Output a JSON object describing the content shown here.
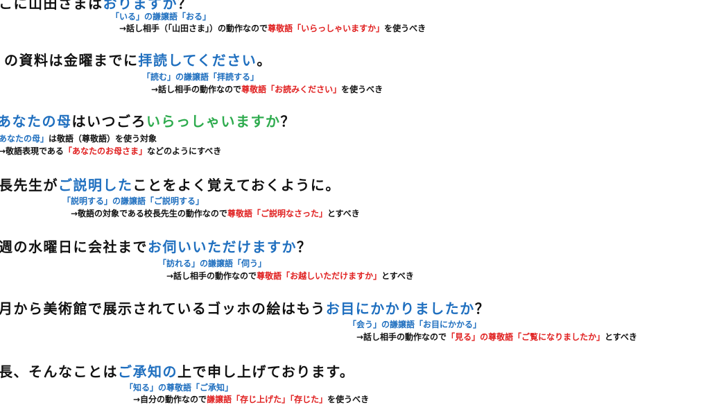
{
  "sentences": [
    {
      "main": [
        {
          "text": "こに山田さまは",
          "color": "dark"
        },
        {
          "text": "おりますか",
          "color": "blue"
        },
        {
          "text": "？",
          "color": "dark"
        }
      ],
      "note1": [
        {
          "text": "「いる」の謙譲語「おる」",
          "color": "blue"
        }
      ],
      "note2": [
        {
          "text": "→話し相手（「山田さま」）の動作なので",
          "color": "dark"
        },
        {
          "text": "尊敬語「いらっしゃいますか」",
          "color": "red"
        },
        {
          "text": "を使うべき",
          "color": "dark"
        }
      ]
    },
    {
      "main": [
        {
          "text": "の資料は金曜までに",
          "color": "dark"
        },
        {
          "text": "拝読してください",
          "color": "blue"
        },
        {
          "text": "。",
          "color": "dark"
        }
      ],
      "note1": [
        {
          "text": "「読む」の謙譲語「拝読する」",
          "color": "blue"
        }
      ],
      "note2": [
        {
          "text": "→話し相手の動作なので",
          "color": "dark"
        },
        {
          "text": "尊敬語「お読みください」",
          "color": "red"
        },
        {
          "text": "を使うべき",
          "color": "dark"
        }
      ]
    },
    {
      "main": [
        {
          "text": "あなたの母",
          "color": "blue"
        },
        {
          "text": "はいつごろ",
          "color": "dark"
        },
        {
          "text": "いらっしゃいますか",
          "color": "green"
        },
        {
          "text": "？",
          "color": "dark"
        }
      ],
      "note1": [
        {
          "text": "あなたの母」",
          "color": "blue"
        },
        {
          "text": "は敬語（尊敬語）を使う対象",
          "color": "dark"
        }
      ],
      "note2": [
        {
          "text": "→敬語表現である",
          "color": "dark"
        },
        {
          "text": "「あなたのお母さま」",
          "color": "red"
        },
        {
          "text": "などのようにすべき",
          "color": "dark"
        }
      ]
    },
    {
      "main": [
        {
          "text": "長先生が",
          "color": "dark"
        },
        {
          "text": "ご説明した",
          "color": "blue"
        },
        {
          "text": "ことをよく覚えておくように。",
          "color": "dark"
        }
      ],
      "note1": [
        {
          "text": "「説明する」の謙譲語「ご説明する」",
          "color": "blue"
        }
      ],
      "note2": [
        {
          "text": "→敬語の対象である校長先生の動作なので",
          "color": "dark"
        },
        {
          "text": "尊敬語「ご説明なさった」",
          "color": "red"
        },
        {
          "text": "とすべき",
          "color": "dark"
        }
      ]
    },
    {
      "main": [
        {
          "text": "週の水曜日に会社まで",
          "color": "dark"
        },
        {
          "text": "お伺いいただけますか",
          "color": "blue"
        },
        {
          "text": "？",
          "color": "dark"
        }
      ],
      "note1": [
        {
          "text": "「訪れる」の謙譲語「伺う」",
          "color": "blue"
        }
      ],
      "note2": [
        {
          "text": "→話し相手の動作なので",
          "color": "dark"
        },
        {
          "text": "尊敬語「お越しいただけますか」",
          "color": "red"
        },
        {
          "text": "とすべき",
          "color": "dark"
        }
      ]
    },
    {
      "main": [
        {
          "text": "月から美術館で展示されているゴッホの絵はもう",
          "color": "dark"
        },
        {
          "text": "お目にかかりましたか",
          "color": "blue"
        },
        {
          "text": "？",
          "color": "dark"
        }
      ],
      "note1": [
        {
          "text": "「会う」の謙譲語「お目にかかる」",
          "color": "blue"
        }
      ],
      "note2": [
        {
          "text": "→話し相手の動作なので",
          "color": "dark"
        },
        {
          "text": "「見る」の尊敬語「ご覧になりましたか」",
          "color": "red"
        },
        {
          "text": "とすべき",
          "color": "dark"
        }
      ]
    },
    {
      "main": [
        {
          "text": "長、そんなことは",
          "color": "dark"
        },
        {
          "text": "ご承知の",
          "color": "blue"
        },
        {
          "text": "上で申し上げております。",
          "color": "dark"
        }
      ],
      "note1": [
        {
          "text": "「知る」の尊敬語「ご承知」",
          "color": "blue"
        }
      ],
      "note2": [
        {
          "text": "→自分の動作なので",
          "color": "dark"
        },
        {
          "text": "謙譲語「存じ上げた」「存じた」",
          "color": "red"
        },
        {
          "text": "を使うべき",
          "color": "dark"
        }
      ]
    }
  ]
}
